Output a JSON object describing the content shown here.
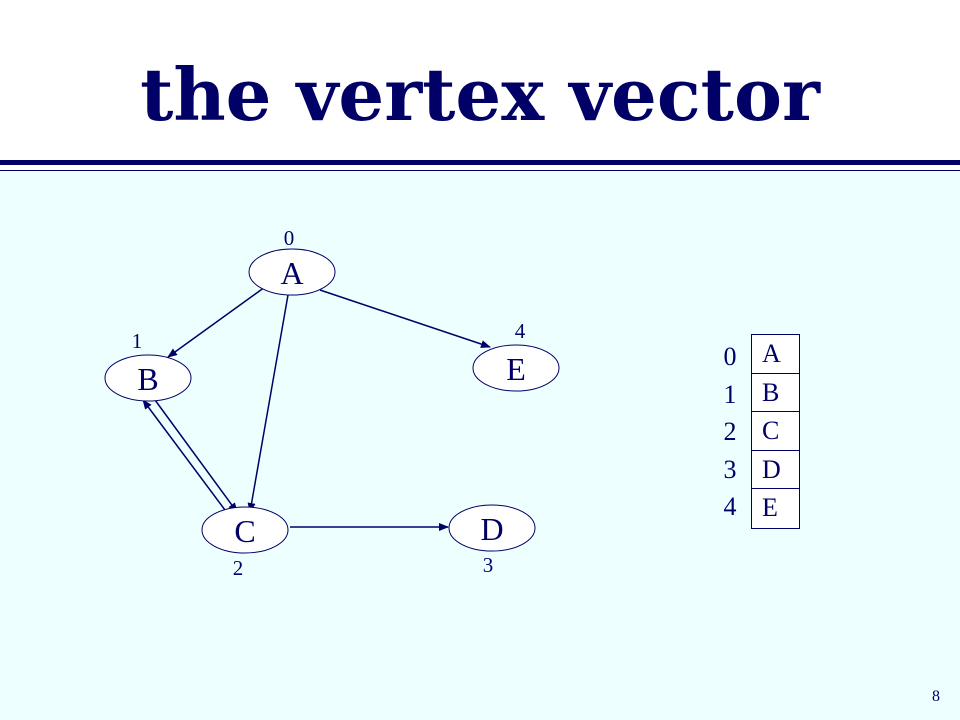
{
  "slide": {
    "title": "the vertex vector",
    "page_number": "8"
  },
  "graph": {
    "vertices": [
      {
        "label": "A",
        "index": "0"
      },
      {
        "label": "B",
        "index": "1"
      },
      {
        "label": "C",
        "index": "2"
      },
      {
        "label": "D",
        "index": "3"
      },
      {
        "label": "E",
        "index": "4"
      }
    ],
    "edges": [
      {
        "from": "A",
        "to": "B"
      },
      {
        "from": "A",
        "to": "C"
      },
      {
        "from": "A",
        "to": "E"
      },
      {
        "from": "B",
        "to": "C"
      },
      {
        "from": "C",
        "to": "B"
      },
      {
        "from": "C",
        "to": "D"
      }
    ]
  },
  "vector": {
    "indices": [
      "0",
      "1",
      "2",
      "3",
      "4"
    ],
    "cells": [
      "A",
      "B",
      "C",
      "D",
      "E"
    ]
  },
  "colors": {
    "ink": "#000066",
    "background": "#eeffff",
    "node_fill": "#ffffff"
  }
}
